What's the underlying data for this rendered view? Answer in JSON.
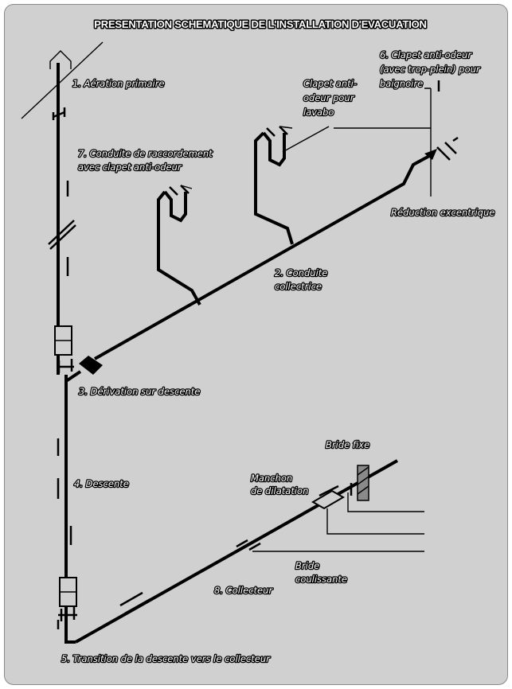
{
  "title": "PRESENTATION SCHEMATIQUE DE L'INSTALLATION D'EVACUATION",
  "labels": {
    "aeration": "1. Aération primaire",
    "conduite_raccordement_1": "7. Conduite de raccordement",
    "conduite_raccordement_2": "avec clapet anti-odeur",
    "clapet_lavabo_1": "Clapet anti-",
    "clapet_lavabo_2": "odeur pour",
    "clapet_lavabo_3": "lavabo",
    "clapet_baignoire_1": "6. Clapet anti-odeur",
    "clapet_baignoire_2": "(avec trop-plein) pour",
    "clapet_baignoire_3": "baignoire",
    "reduction": "Réduction excentrique",
    "conduite_collectrice_1": "2. Conduite",
    "conduite_collectrice_2": "collectrice",
    "derivation": "3. Dérivation sur descente",
    "descente": "4. Descente",
    "bride_fixe": "Bride fixe",
    "manchon_1": "Manchon",
    "manchon_2": "de dilatation",
    "bride_coulissante_1": "Bride",
    "bride_coulissante_2": "coulissante",
    "collecteur": "8. Collecteur",
    "transition": "5. Transition de la descente vers le collecteur"
  },
  "colors": {
    "background": "#d0d0d0",
    "line": "#000000",
    "text": "#ffffff"
  }
}
